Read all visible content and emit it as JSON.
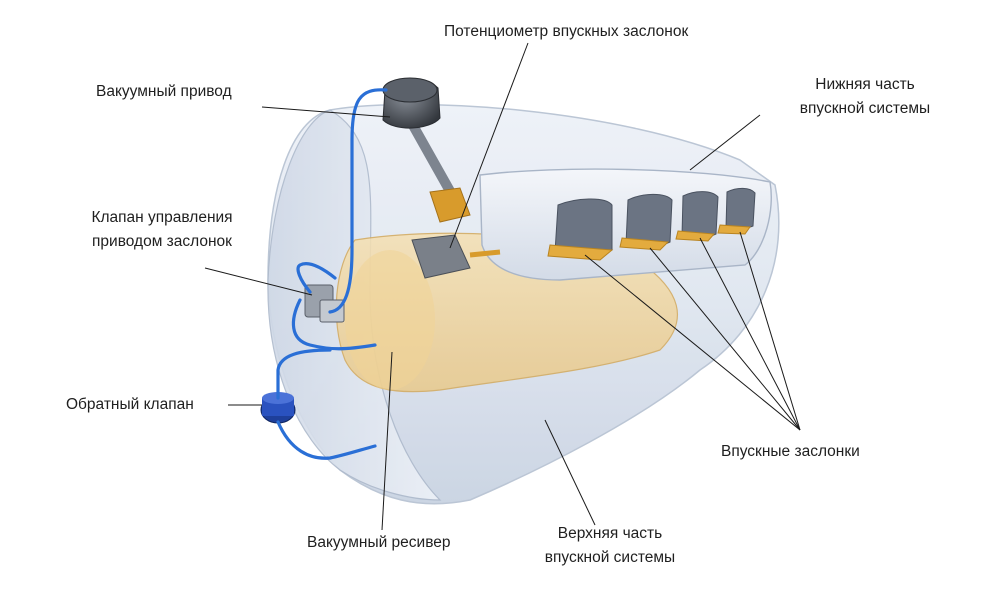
{
  "labels": {
    "potentiometer": "Потенциометр впускных заслонок",
    "vacuum_drive": "Вакуумный привод",
    "lower_part_l1": "Нижняя часть",
    "lower_part_l2": "впускной системы",
    "control_valve_l1": "Клапан управления",
    "control_valve_l2": "приводом заслонок",
    "check_valve": "Обратный клапан",
    "intake_flaps": "Впускные заслонки",
    "vacuum_receiver": "Вакуумный ресивер",
    "upper_part_l1": "Верхняя часть",
    "upper_part_l2": "впускной системы"
  },
  "colors": {
    "housing": "#dfe7f1",
    "receiver": "#f2d9a4",
    "hose": "#2a6fd6",
    "actuator": "#4a4f57",
    "flap": "#e3ab3e",
    "leader": "#1a1a1a"
  }
}
